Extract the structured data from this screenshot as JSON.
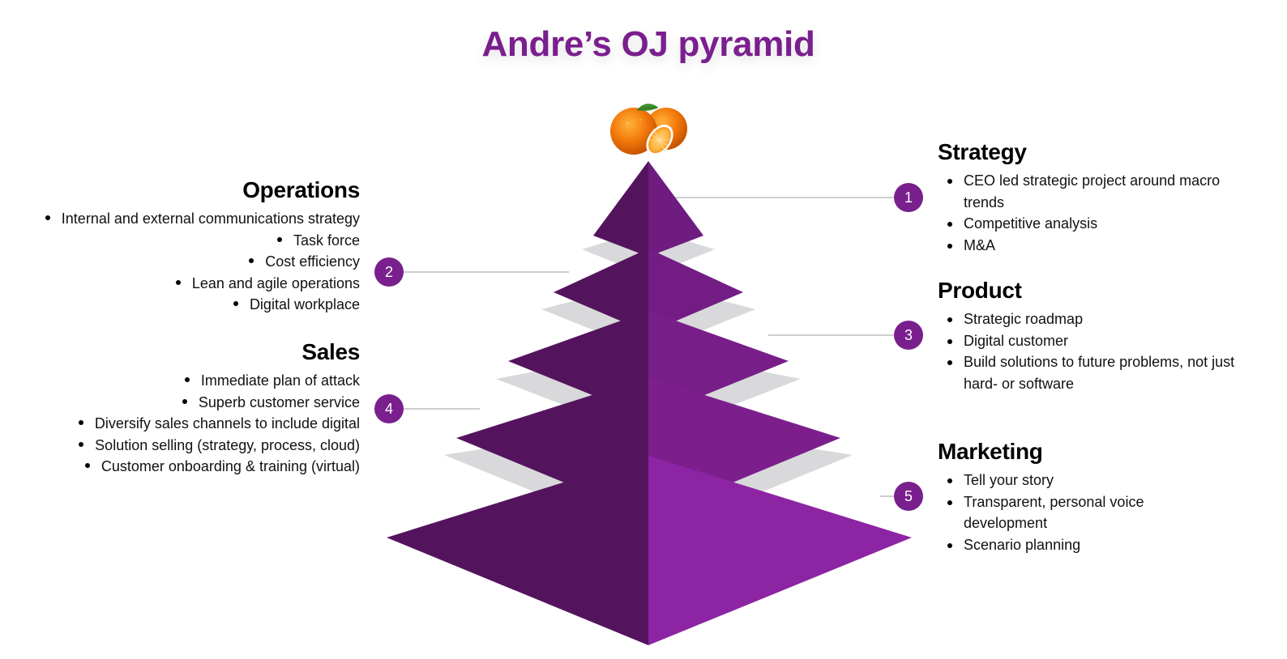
{
  "title": "Andre’s OJ pyramid",
  "colors": {
    "title": "#7a1f8e",
    "badge": "#7a1f8e",
    "pyramid_left_face": "#54145d",
    "pyramid_right_faces": [
      "#6e1c7f",
      "#731d84",
      "#781e89",
      "#7c1f8d",
      "#8d24a3"
    ],
    "separator": "#d9d9db",
    "connector": "#bdbdbd"
  },
  "icons": {
    "top": "orange-fruit-icon"
  },
  "levels": [
    {
      "number": "1",
      "heading": "Strategy",
      "items": [
        "CEO led strategic project around macro trends",
        "Competitive analysis",
        "M&A"
      ]
    },
    {
      "number": "2",
      "heading": "Operations",
      "items": [
        "Internal and external communications strategy",
        "Task force",
        "Cost efficiency",
        "Lean and agile operations",
        "Digital workplace"
      ]
    },
    {
      "number": "3",
      "heading": "Product",
      "items": [
        "Strategic roadmap",
        "Digital customer",
        "Build solutions to future problems, not just hard- or software"
      ]
    },
    {
      "number": "4",
      "heading": "Sales",
      "items": [
        "Immediate plan of attack",
        "Superb customer service",
        "Diversify sales channels to include digital",
        "Solution selling (strategy, process, cloud)",
        "Customer onboarding & training (virtual)"
      ]
    },
    {
      "number": "5",
      "heading": "Marketing",
      "items": [
        "Tell your story",
        "Transparent, personal voice development",
        "Scenario planning"
      ]
    }
  ]
}
